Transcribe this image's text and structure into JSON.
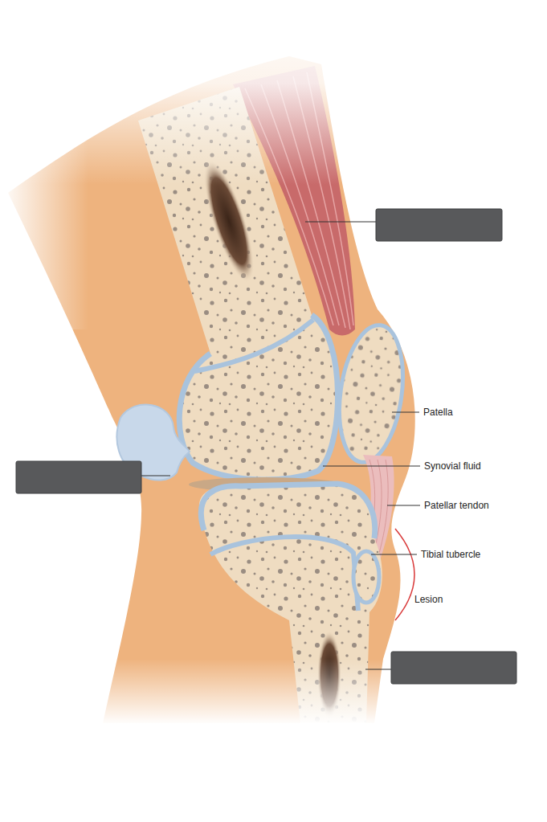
{
  "diagram": {
    "labels": [
      "Patella",
      "Synovial fluid",
      "Patellar tendon",
      "Tibial tubercle",
      "Lesion"
    ]
  }
}
